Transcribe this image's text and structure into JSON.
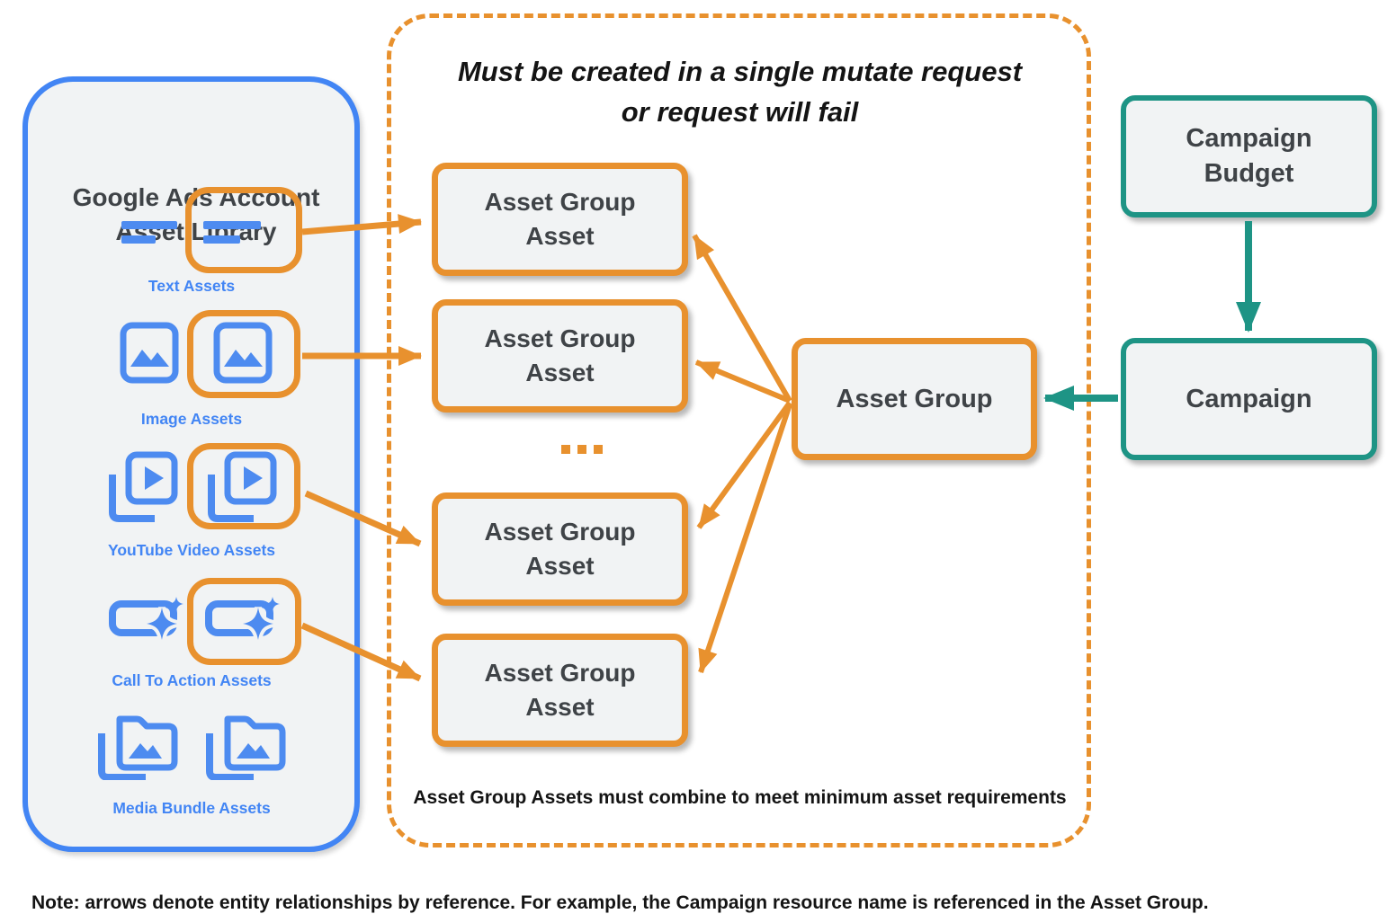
{
  "colors": {
    "orange": "#E8912E",
    "blue": "#4285F4",
    "icon_blue": "#4D8BF0",
    "teal": "#1E9485",
    "box_fill": "#F1F3F4",
    "dark_text": "#3F4347"
  },
  "library": {
    "title": "Google Ads Account Asset Library",
    "items": [
      {
        "label": "Text Assets",
        "icon": "text-asset-icon"
      },
      {
        "label": "Image Assets",
        "icon": "image-asset-icon"
      },
      {
        "label": "YouTube Video  Assets",
        "icon": "youtube-video-asset-icon"
      },
      {
        "label": "Call To Action Assets",
        "icon": "call-to-action-asset-icon"
      },
      {
        "label": "Media Bundle  Assets",
        "icon": "media-bundle-asset-icon"
      }
    ]
  },
  "mutate_panel": {
    "title_line1": "Must be created in a single mutate request",
    "title_line2": "or request will fail",
    "boxes": [
      "Asset Group Asset",
      "Asset Group Asset",
      "Asset Group Asset",
      "Asset Group Asset"
    ],
    "ellipsis": "...",
    "footer": "Asset Group Assets must combine to meet minimum asset requirements"
  },
  "entities": {
    "asset_group": "Asset Group",
    "campaign": "Campaign",
    "campaign_budget": "Campaign Budget"
  },
  "note": "Note: arrows denote entity relationships by reference. For example, the Campaign resource name is referenced in the Asset Group."
}
